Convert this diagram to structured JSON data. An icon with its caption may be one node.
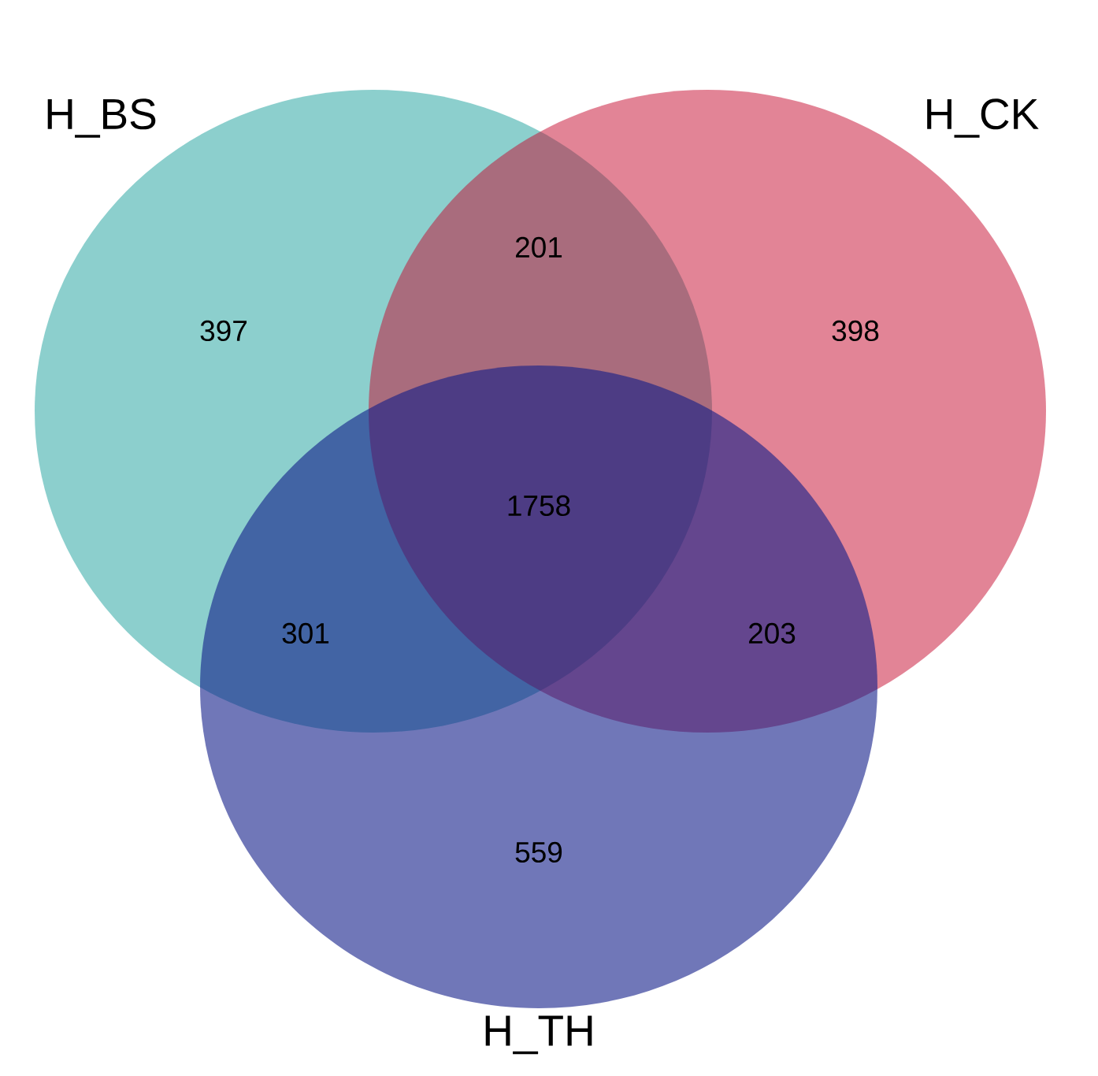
{
  "diagram": {
    "nodes": [
      {
        "text": [
          "H_BS"
        ]
      },
      {
        "text": [
          "H_CK"
        ]
      },
      {
        "text": [
          "H_TH"
        ]
      }
    ],
    "labels": [
      "201",
      "397",
      "398",
      "1758",
      "301",
      "203",
      "559"
    ]
  }
}
